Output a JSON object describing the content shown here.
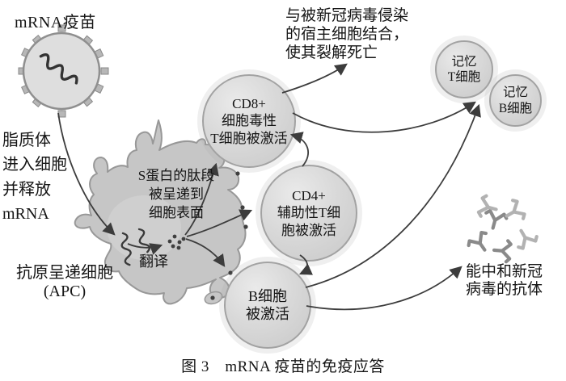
{
  "figure": {
    "caption": "图 3　mRNA 疫苗的免疫应答",
    "labels": {
      "vaccine": "mRNA疫苗",
      "liposome_note": "脂质体\n进入细胞\n并释放\nmRNA",
      "apc": "抗原呈递细胞\n(APC)",
      "peptide_note": "S蛋白的肽段\n被呈递到\n细胞表面",
      "translate": "翻译",
      "cd8": "CD8+\n细胞毒性\nT细胞被激活",
      "cd4": "CD4+\n辅助性T细\n胞被激活",
      "b_cell": "B细胞\n被激活",
      "lysis_note": "与被新冠病毒侵染\n的宿主细胞结合，\n使其裂解死亡",
      "memory_t": "记忆\nT细胞",
      "memory_b": "记忆\nB细胞",
      "antibody_note": "能中和新冠\n病毒的抗体"
    },
    "colors": {
      "background": "#ffffff",
      "cell_fill": "#c6c6c6",
      "cell_stroke": "#989898",
      "circle_fill": "#d9d9d9",
      "circle_stroke": "#a2a2a2",
      "arrow": "#3c3c3c",
      "text": "#151515",
      "mrna_strand": "#333333",
      "antibody_dark": "#8a8a8a",
      "antibody_light": "#b2b2b2"
    }
  }
}
